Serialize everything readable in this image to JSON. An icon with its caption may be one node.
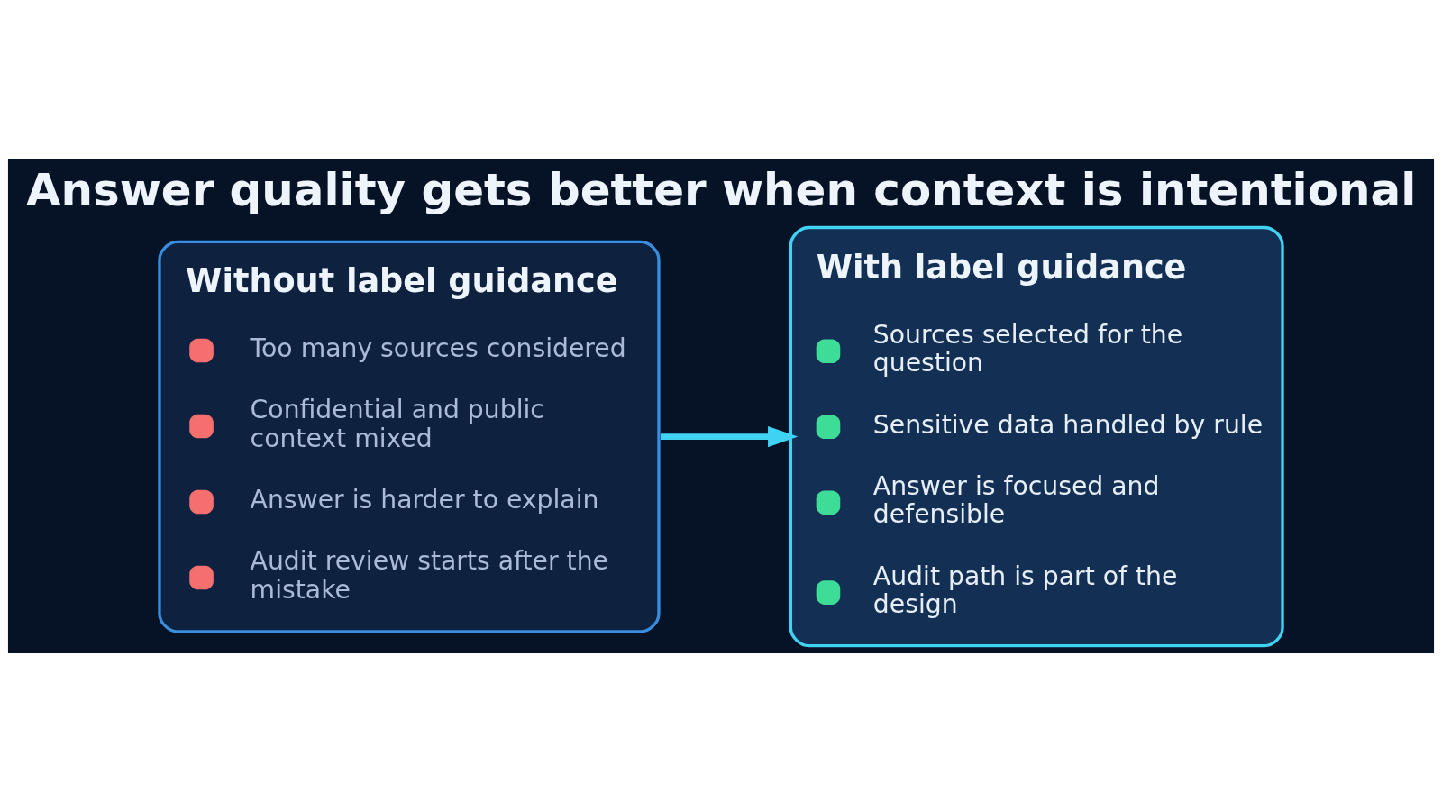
{
  "diagram": {
    "title": "Answer quality gets better when context is intentional",
    "nodes": [
      {
        "text": [
          "Without label guidance",
          "Too many sources considered",
          "Confidential and public context mixed",
          "Answer is harder to explain",
          "Audit review starts after the mistake"
        ]
      },
      {
        "text": [
          "With label guidance",
          "Sources selected for the question",
          "Sensitive data handled by rule",
          "Answer is focused and defensible",
          "Audit path is part of the design"
        ]
      }
    ],
    "edges": [
      {
        "from": 0,
        "to": 1,
        "arrow": "to"
      }
    ]
  }
}
